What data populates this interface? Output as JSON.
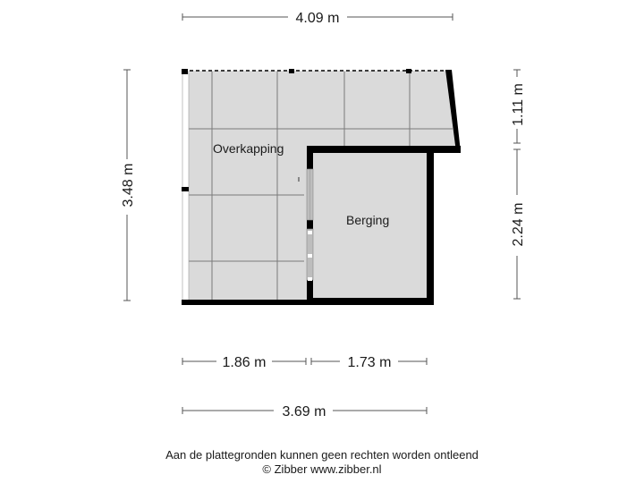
{
  "rooms": {
    "overkapping": {
      "label": "Overkapping"
    },
    "berging": {
      "label": "Berging"
    }
  },
  "dimensions": {
    "top_width": "4.09 m",
    "left_height": "3.48 m",
    "right_upper_height": "1.11 m",
    "right_lower_height": "2.24 m",
    "bottom_left_width": "1.86 m",
    "bottom_right_width": "1.73 m",
    "bottom_total_width": "3.69 m"
  },
  "footer": {
    "disclaimer": "Aan de plattegronden kunnen geen rechten worden ontleend",
    "copyright": "© Zibber www.zibber.nl"
  },
  "colors": {
    "floor_fill": "#dadada",
    "wall": "#000000",
    "grid_line": "#7a7a7a",
    "dimension_line": "#555555"
  }
}
